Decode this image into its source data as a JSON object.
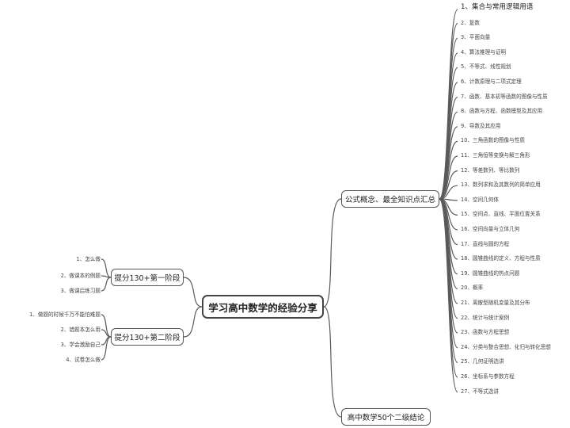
{
  "root": "学习高中数学的经验分享",
  "formula_branch": {
    "label": "公式概念、最全知识点汇总",
    "items": [
      "1、集合与常用逻辑用语",
      "2、复数",
      "3、平面向量",
      "4、算法推理与证明",
      "5、不等式、线性规划",
      "6、计数原理与二项式定理",
      "7、函数、基本初等函数的图像与性质",
      "8、函数与方程、函数模型及其应用",
      "9、导数及其应用",
      "10、三角函数的图像与性质",
      "11、三角恒等变换与解三角形",
      "12、等差数列、等比数列",
      "13、数列求和及其数列的简单应用",
      "14、空间几何体",
      "15、空间点、直线、平面位置关系",
      "16、空间向量与立体几何",
      "17、直线与圆的方程",
      "18、圆锥曲线的定义、方程与性质",
      "19、圆锥曲线的热点问题",
      "20、概率",
      "21、离散型随机变量及其分布",
      "22、统计与统计案例",
      "23、函数与方程思想",
      "24、分类与整合思想、化归与转化思想",
      "25、几何证明选讲",
      "26、坐标系与参数方程",
      "27、不等式选讲"
    ]
  },
  "conclusions_branch": {
    "label": "高中数学50个二级结论"
  },
  "stage1": {
    "label": "提分130+第一阶段",
    "items": [
      "1、怎么做",
      "2、做课本的例题",
      "3、做课后练习题"
    ]
  },
  "stage2": {
    "label": "提分130+第二阶段",
    "items": [
      "1、做题的时候千万不能怕难题",
      "2、错题本怎么用",
      "3、学会激励自己",
      "4、试卷怎么做"
    ]
  },
  "colors": {
    "line": "#5a5a5a",
    "border": "#555555",
    "text": "#333333"
  }
}
